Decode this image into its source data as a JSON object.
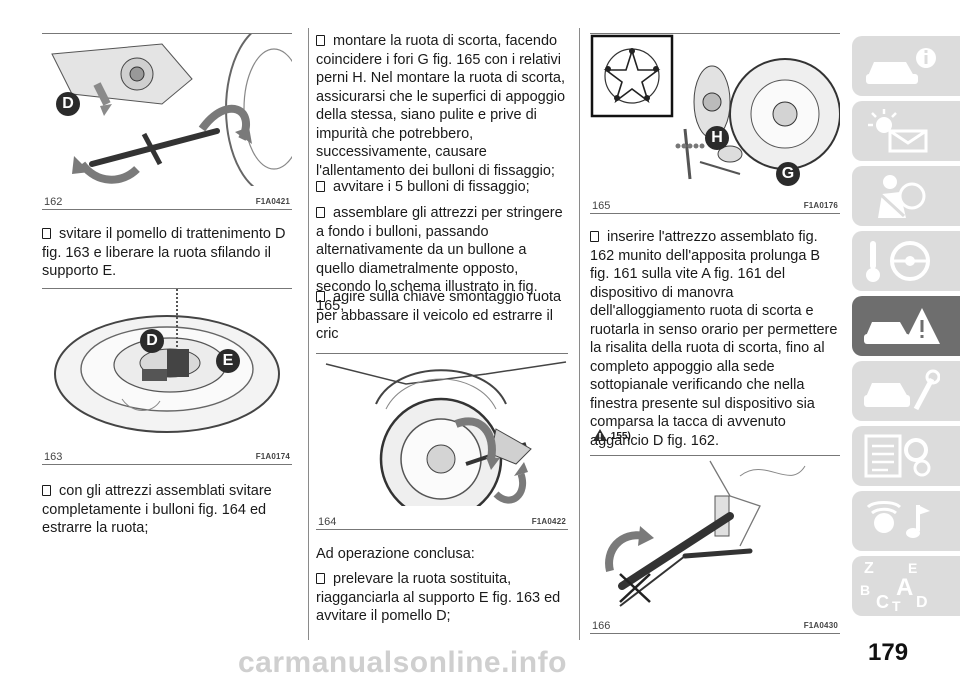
{
  "page": {
    "number": "179",
    "watermark": "carmanualsonline.info"
  },
  "figures": {
    "f162": {
      "num": "162",
      "code": "F1A0421",
      "labels": [
        "D"
      ]
    },
    "f163": {
      "num": "163",
      "code": "F1A0174",
      "labels": [
        "D",
        "E"
      ]
    },
    "f164": {
      "num": "164",
      "code": "F1A0422",
      "labels": []
    },
    "f165": {
      "num": "165",
      "code": "F1A0176",
      "labels": [
        "H",
        "G"
      ]
    },
    "f166": {
      "num": "166",
      "code": "F1A0430",
      "labels": []
    }
  },
  "text": {
    "p1": "svitare il pomello di trattenimento D fig. 163 e liberare la ruota sfilando il supporto E.",
    "p2": "con gli attrezzi assemblati svitare completamente i bulloni fig. 164 ed estrarre la ruota;",
    "p3": "montare la ruota di scorta, facendo coincidere i fori G fig. 165 con i relativi perni H. Nel montare la ruota di scorta, assicurarsi che le superfici di appoggio della stessa, siano pulite e prive di impurità che potrebbero, successivamente, causare l'allentamento dei bulloni di fissaggio;",
    "p4": "avvitare i 5 bulloni di fissaggio;",
    "p5": "assemblare gli attrezzi per stringere a fondo i bulloni, passando alternativamente da un bullone a quello diametralmente opposto, secondo lo schema illustrato in fig. 165;",
    "p6": "agire sulla chiave smontaggio ruota per abbassare il veicolo ed estrarre il cric",
    "heading": "Ad operazione conclusa:",
    "p7": "prelevare la ruota sostituita, riagganciarla al supporto E fig. 163 ed avvitare il pomello D;",
    "p8": "inserire l'attrezzo assemblato fig. 162 munito dell'apposita prolunga B fig. 161 sulla vite A fig. 161 del dispositivo di manovra dell'alloggiamento ruota di scorta e ruotarla in senso orario per permettere la risalita della ruota di scorta, fino al completo appoggio alla sede sottopianale verificando che nella finestra presente sul dispositivo sia comparsa la tacca di avvenuto aggancio D fig. 162.",
    "warning_ref": "155)"
  },
  "sidebar": {
    "tabs": [
      {
        "icon": "car-info-icon",
        "active": false
      },
      {
        "icon": "light-signal-icon",
        "active": false
      },
      {
        "icon": "airbag-seatbelt-icon",
        "active": false
      },
      {
        "icon": "key-steering-icon",
        "active": false
      },
      {
        "icon": "car-emergency-icon",
        "active": true
      },
      {
        "icon": "car-maintenance-icon",
        "active": false
      },
      {
        "icon": "technical-data-icon",
        "active": false
      },
      {
        "icon": "multimedia-icon",
        "active": false
      },
      {
        "icon": "index-letters-icon",
        "active": false
      }
    ],
    "index_letters": [
      "Z",
      "E",
      "B",
      "A",
      "C",
      "T",
      "D"
    ]
  },
  "colors": {
    "text": "#1a1a1a",
    "tab": "#dcdcdc",
    "tab_active": "#6e6e6e",
    "label_badge": "#2b2b2b"
  }
}
